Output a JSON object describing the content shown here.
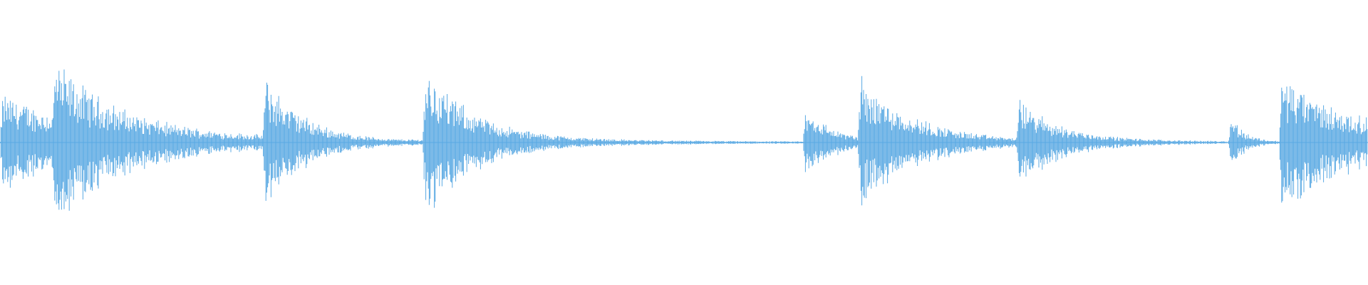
{
  "waveform": {
    "color": "#5aa9e3",
    "background": "#ffffff",
    "duration_fraction_note_free": true,
    "transients": [
      {
        "pos": 0.0,
        "peak": 0.6,
        "decay": 0.06,
        "sustain": 0.12
      },
      {
        "pos": 0.038,
        "peak": 1.0,
        "decay": 0.05,
        "sustain": 0.08
      },
      {
        "pos": 0.192,
        "peak": 0.82,
        "decay": 0.03,
        "sustain": 0.02
      },
      {
        "pos": 0.309,
        "peak": 0.95,
        "decay": 0.035,
        "sustain": 0.05
      },
      {
        "pos": 0.587,
        "peak": 0.48,
        "decay": 0.02,
        "sustain": 0.03
      },
      {
        "pos": 0.627,
        "peak": 0.84,
        "decay": 0.04,
        "sustain": 0.02
      },
      {
        "pos": 0.743,
        "peak": 0.55,
        "decay": 0.03,
        "sustain": 0.06
      },
      {
        "pos": 0.898,
        "peak": 0.4,
        "decay": 0.01,
        "sustain": 0.04
      },
      {
        "pos": 0.935,
        "peak": 0.85,
        "decay": 0.05,
        "sustain": 0.1
      }
    ],
    "noise_floor": 0.012
  }
}
